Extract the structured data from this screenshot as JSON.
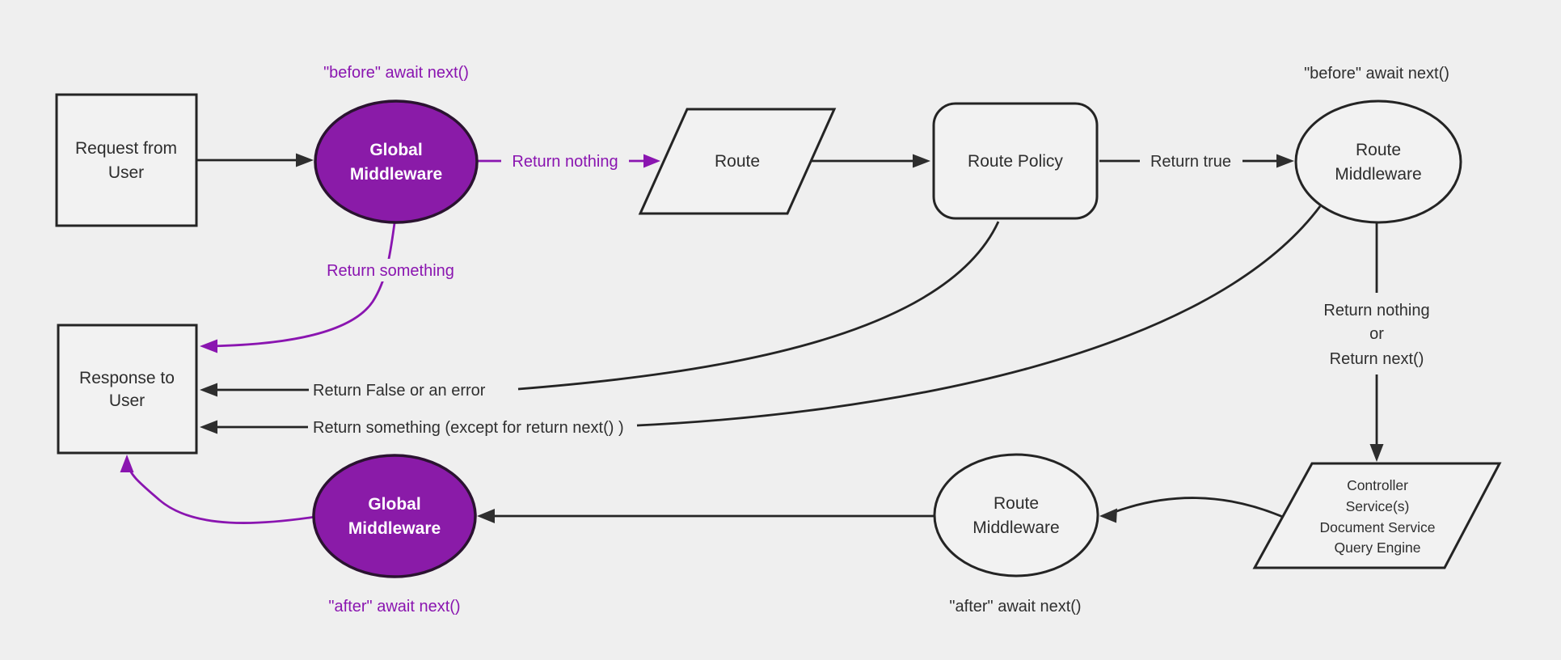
{
  "diagram": {
    "title": "middleware-request-lifecycle-flowchart",
    "colors": {
      "background": "#efefef",
      "node_fill": "#f2f2f2",
      "node_stroke": "#242424",
      "text": "#2f2f2f",
      "purple_accent": "#8a15b0",
      "purple_node_fill": "#8a1ba8",
      "purple_node_stroke": "#2a1330",
      "white_text": "#ffffff"
    },
    "nodes": {
      "request": {
        "line1": "Request from",
        "line2": "User"
      },
      "global_middleware_top": {
        "line1": "Global",
        "line2": "Middleware"
      },
      "route": {
        "label": "Route"
      },
      "route_policy": {
        "label": "Route Policy"
      },
      "route_middleware_top": {
        "line1": "Route",
        "line2": "Middleware"
      },
      "controller": {
        "line1": "Controller",
        "line2": "Service(s)",
        "line3": "Document Service",
        "line4": "Query Engine"
      },
      "route_middleware_bottom": {
        "line1": "Route",
        "line2": "Middleware"
      },
      "global_middleware_bottom": {
        "line1": "Global",
        "line2": "Middleware"
      },
      "response": {
        "line1": "Response to",
        "line2": "User"
      }
    },
    "labels": {
      "before_await_next_left": "\"before\" await next()",
      "return_nothing_top": "Return nothing",
      "return_true": "Return true",
      "before_await_next_right": "\"before\" await next()",
      "return_nothing_or_line1": "Return nothing",
      "return_nothing_or_line2": "or",
      "return_nothing_or_line3": "Return next()",
      "after_await_next_right": "\"after\" await next()",
      "after_await_next_left": "\"after\" await next()",
      "return_something": "Return something",
      "return_false_or_error": "Return False or an error",
      "return_something_except": "Return something (except for return next() )"
    }
  }
}
